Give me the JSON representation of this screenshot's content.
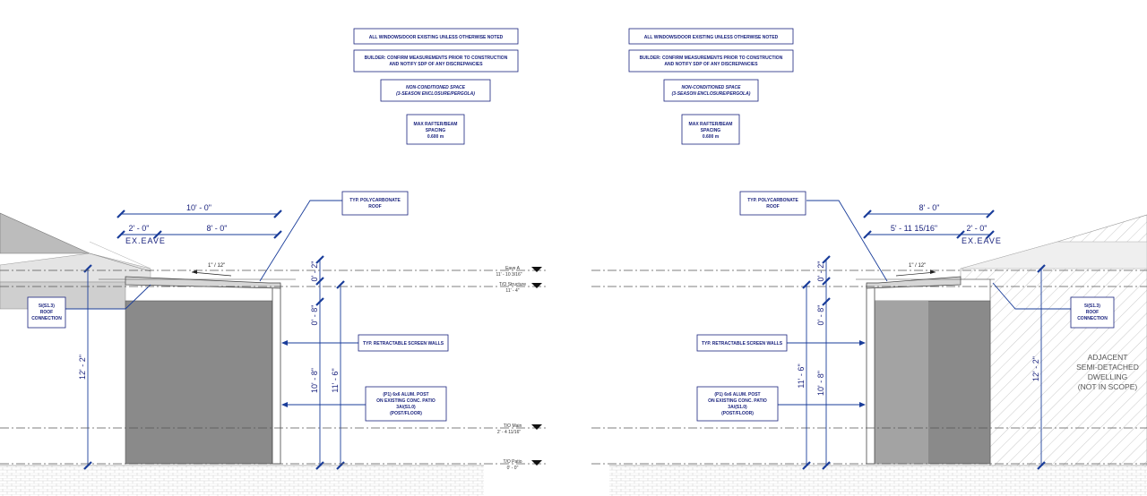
{
  "notes": {
    "windows": "ALL WINDOWS/DOOR EXISTING UNLESS OTHERWISE NOTED",
    "builder_1": "BUILDER: CONFIRM MEASUREMENTS PRIOR TO CONSTRUCTION",
    "builder_2": "AND NOTIFY SDP OF ANY DISCREPANCIES",
    "nonconditioned_1": "NON-CONDITIONED SPACE",
    "nonconditioned_2": "(3-SEASON ENCLOSURE/PERGOLA)",
    "rafter_1": "MAX RAFTER/BEAM",
    "rafter_2": "SPACING",
    "rafter_3": "0.600 m"
  },
  "tags": {
    "roof_1": "TYP. POLYCARBONATE",
    "roof_2": "ROOF",
    "screen": "TYP. RETRACTABLE SCREEN WALLS",
    "post_1": "(P1) 6x6 ALUM. POST",
    "post_2": "ON EXISTING CONC. PATIO",
    "post_3": "3A/(S1.0)",
    "post_4": "(POST/FLOOR)",
    "conn_1": "5/(S1.3)",
    "conn_2": "ROOF",
    "conn_3": "CONNECTION"
  },
  "slope": "1\" / 12\"",
  "ex_eave": "EX.EAVE",
  "adjacent": [
    "ADJACENT",
    "SEMI-DETACHED",
    "DWELLING",
    "(NOT IN SCOPE)"
  ],
  "levels": {
    "eave_name": "Eave A",
    "eave_value": "11' - 10 3/16\"",
    "tos_name": "T/O Structure",
    "tos_value": "11' - 4\"",
    "main_name": "T/O Main",
    "main_value": "2' - 4 11/16\"",
    "patio_name": "T/O Patio",
    "patio_value": "0' - 0\""
  },
  "left": {
    "dim_top": "10' - 0\"",
    "dim_eave": "2' - 0\"",
    "dim_main": "8' - 0\"",
    "dim_total": "12' - 2\"",
    "dim_a": "0' - 2\"",
    "dim_b": "0' - 8\"",
    "dim_c": "10' - 8\"",
    "dim_d": "11' - 6\""
  },
  "right": {
    "dim_top": "8' - 0\"",
    "dim_main": "5' - 11 15/16\"",
    "dim_eave": "2' - 0\"",
    "dim_total": "12' - 2\"",
    "dim_a": "0' - 2\"",
    "dim_b": "0' - 8\"",
    "dim_c": "10' - 8\"",
    "dim_d": "11' - 6\""
  }
}
